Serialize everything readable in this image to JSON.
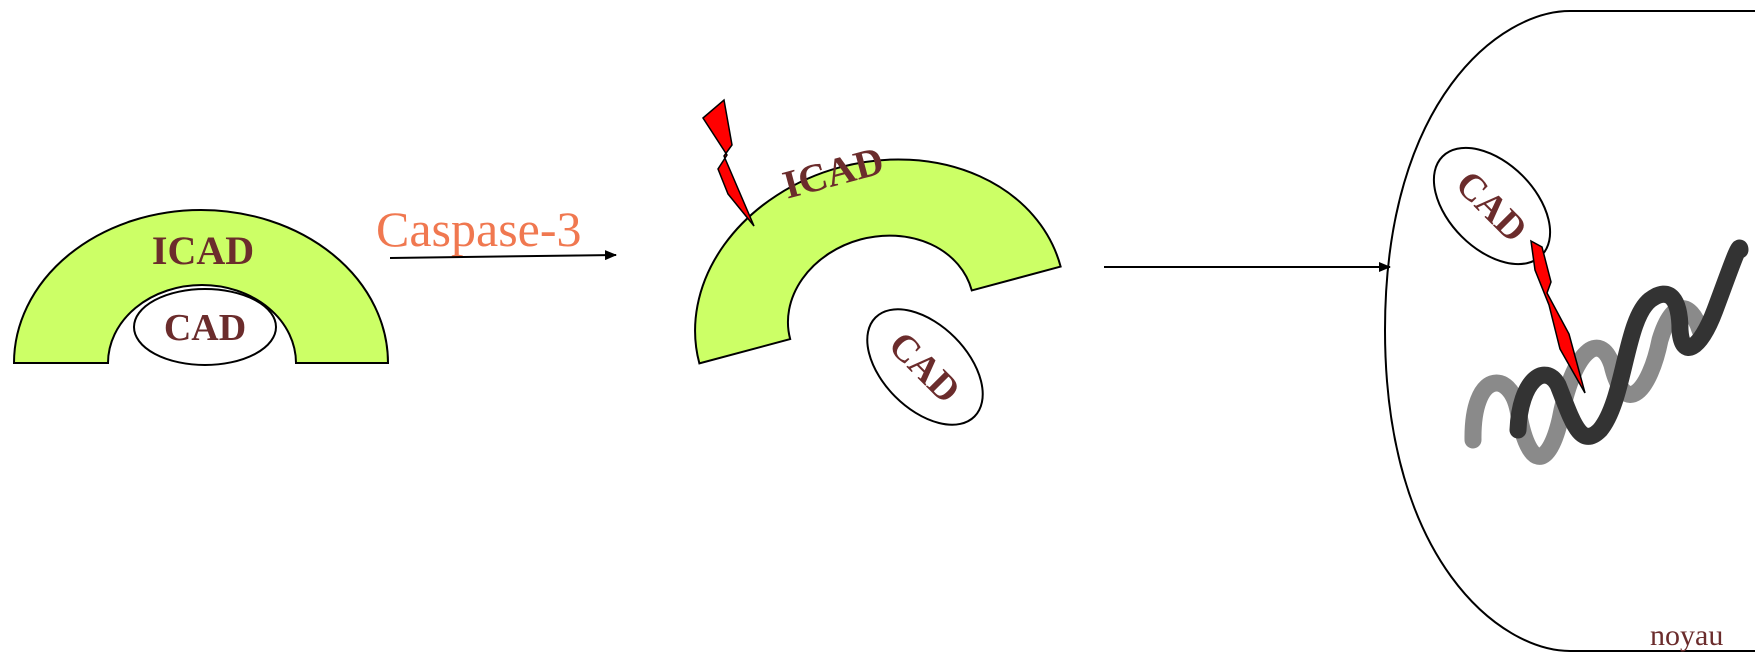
{
  "diagram": {
    "labels": {
      "icad_intact": "ICAD",
      "cad_bound": "CAD",
      "caspase": "Caspase-3",
      "icad_cleaved": "ICAD",
      "cad_free": "CAD",
      "cad_nucleus": "CAD",
      "nucleus": "noyau"
    },
    "colors": {
      "icad_fill": "#CCFF66",
      "label_text": "#6B2C2C",
      "caspase_text": "#F07850",
      "lightning": "#FF0000",
      "dna_dark": "#333333",
      "dna_light": "#8A8A8A",
      "stroke": "#000000"
    },
    "icons": [
      "lightning-icon",
      "dna-helix-icon",
      "arrow-icon"
    ]
  }
}
